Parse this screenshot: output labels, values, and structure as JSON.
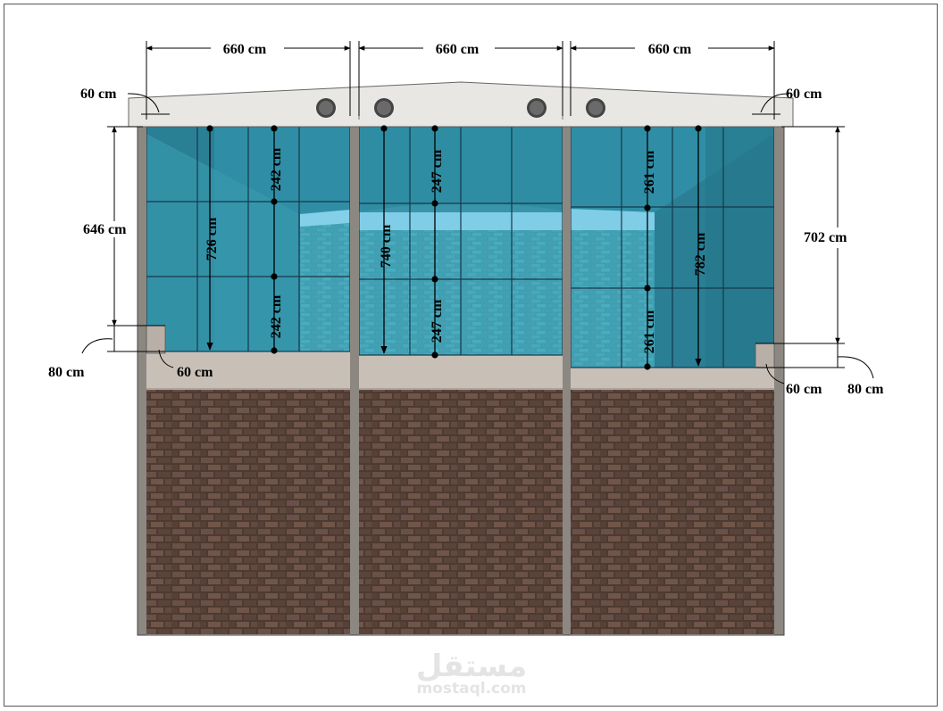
{
  "spans": [
    {
      "label": "660 cm"
    },
    {
      "label": "660 cm"
    },
    {
      "label": "660 cm"
    }
  ],
  "side_dimensions": {
    "left_wall_height": "646 cm",
    "right_wall_height": "702 cm",
    "left_ledge_top": "60 cm",
    "right_ledge_top": "60 cm",
    "left_step_height": "80 cm",
    "left_step_width": "60 cm",
    "right_step_height": "80 cm",
    "right_step_width": "60 cm"
  },
  "bays": [
    {
      "total_height": "726 cm",
      "segment_upper": "242 cm",
      "segment_lower": "242 cm"
    },
    {
      "total_height": "740 cm",
      "segment_upper": "247 cm",
      "segment_lower": "247 cm"
    },
    {
      "total_height": "782 cm",
      "segment_upper": "261 cm",
      "segment_lower": "261 cm"
    }
  ],
  "watermark": {
    "arabic": "مستقل",
    "latin": "mostaql.com"
  },
  "colors": {
    "glass": "#3e9db3",
    "glass_dark": "#2a7f95",
    "sky": "#7fcde6",
    "concrete": "#cfc8c0",
    "column": "#8b8581",
    "brick": "#5c463c",
    "roof": "#e8e6e2"
  }
}
